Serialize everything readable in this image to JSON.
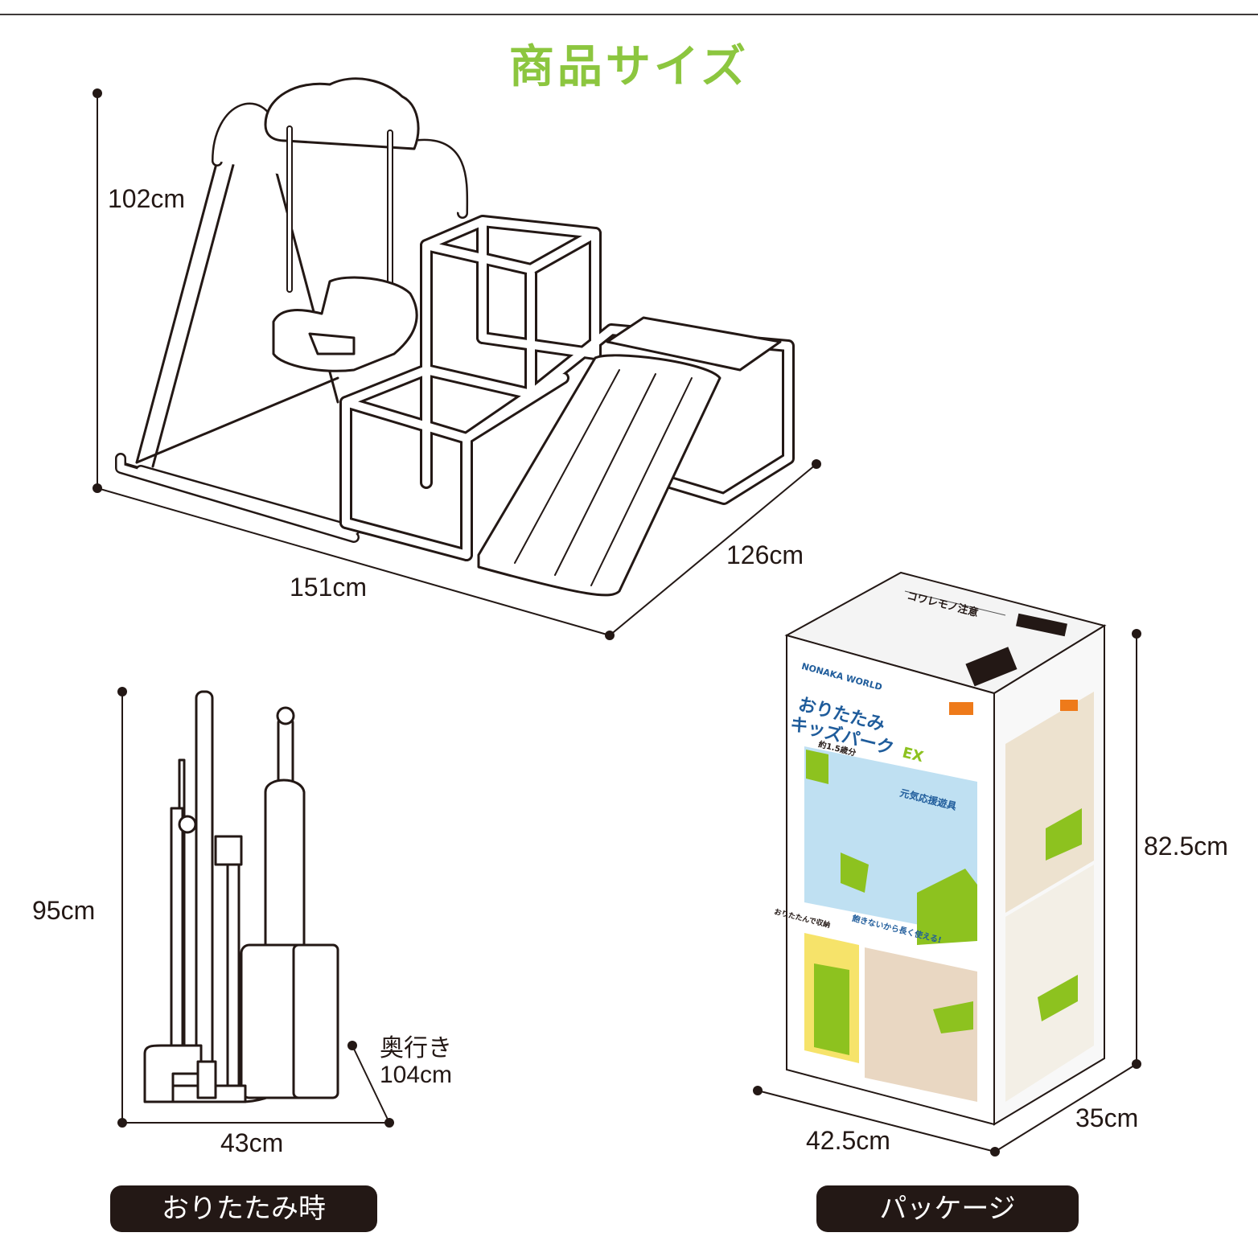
{
  "title": "商品サイズ",
  "colors": {
    "title": "#8cc63f",
    "ink": "#231815",
    "pill_bg": "#231815",
    "pill_text": "#ffffff",
    "package_green": "#8dc21f",
    "package_blue": "#bfe0f2",
    "package_yellow": "#f6e36a"
  },
  "assembled": {
    "height": "102cm",
    "width": "151cm",
    "depth": "126cm"
  },
  "folded": {
    "height": "95cm",
    "width": "43cm",
    "depth_label": "奥行き",
    "depth_value": "104cm",
    "label": "おりたたみ時"
  },
  "package": {
    "height": "82.5cm",
    "width": "42.5cm",
    "depth": "35cm",
    "label": "パッケージ",
    "brand": "NONAKA WORLD",
    "product_name_line1": "おりたたみ",
    "product_name_line2": "キッズパーク",
    "product_suffix": "EX",
    "top_warning": "コワレモノ注意",
    "feature_banner": "元気応援遊具",
    "fold_banner": "おりたたんで収納",
    "slogan": "飽きないから長く使える!",
    "age_badge": "約1.5歳分"
  },
  "icons": [
    "dimension-dot-icon",
    "swing-slide-set-drawing",
    "folded-set-drawing",
    "package-box-drawing"
  ]
}
